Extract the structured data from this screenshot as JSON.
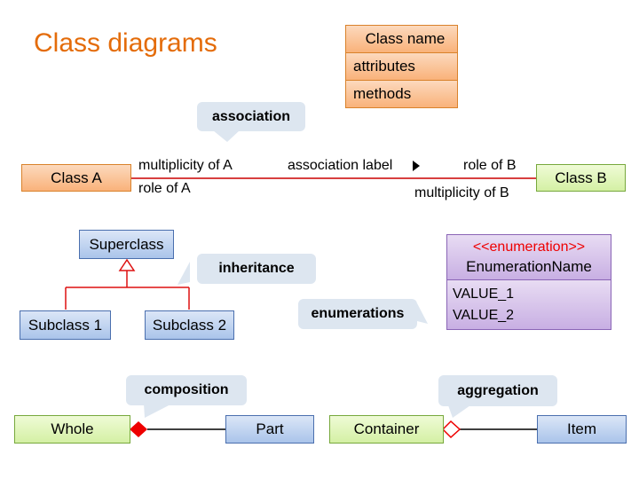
{
  "title": "Class diagrams",
  "legend": {
    "name": "Class name",
    "attributes": "attributes",
    "methods": "methods"
  },
  "association": {
    "callout": "association",
    "class_a": "Class A",
    "class_b": "Class B",
    "mult_a": "multiplicity of A",
    "role_a": "role of A",
    "label": "association label",
    "role_b": "role of B",
    "mult_b": "multiplicity of B"
  },
  "inheritance": {
    "callout": "inheritance",
    "superclass": "Superclass",
    "sub1": "Subclass 1",
    "sub2": "Subclass 2"
  },
  "enumeration": {
    "callout": "enumerations",
    "stereotype": "<<enumeration>>",
    "name": "EnumerationName",
    "value1": "VALUE_1",
    "value2": "VALUE_2"
  },
  "composition": {
    "callout": "composition",
    "whole": "Whole",
    "part": "Part"
  },
  "aggregation": {
    "callout": "aggregation",
    "container": "Container",
    "item": "Item"
  },
  "colors": {
    "title": "#e46c0a",
    "association_line": "#cc0000",
    "inheritance_line": "#dd1111",
    "stereotype": "#ee0000",
    "composition_diamond": "#ee0000"
  }
}
